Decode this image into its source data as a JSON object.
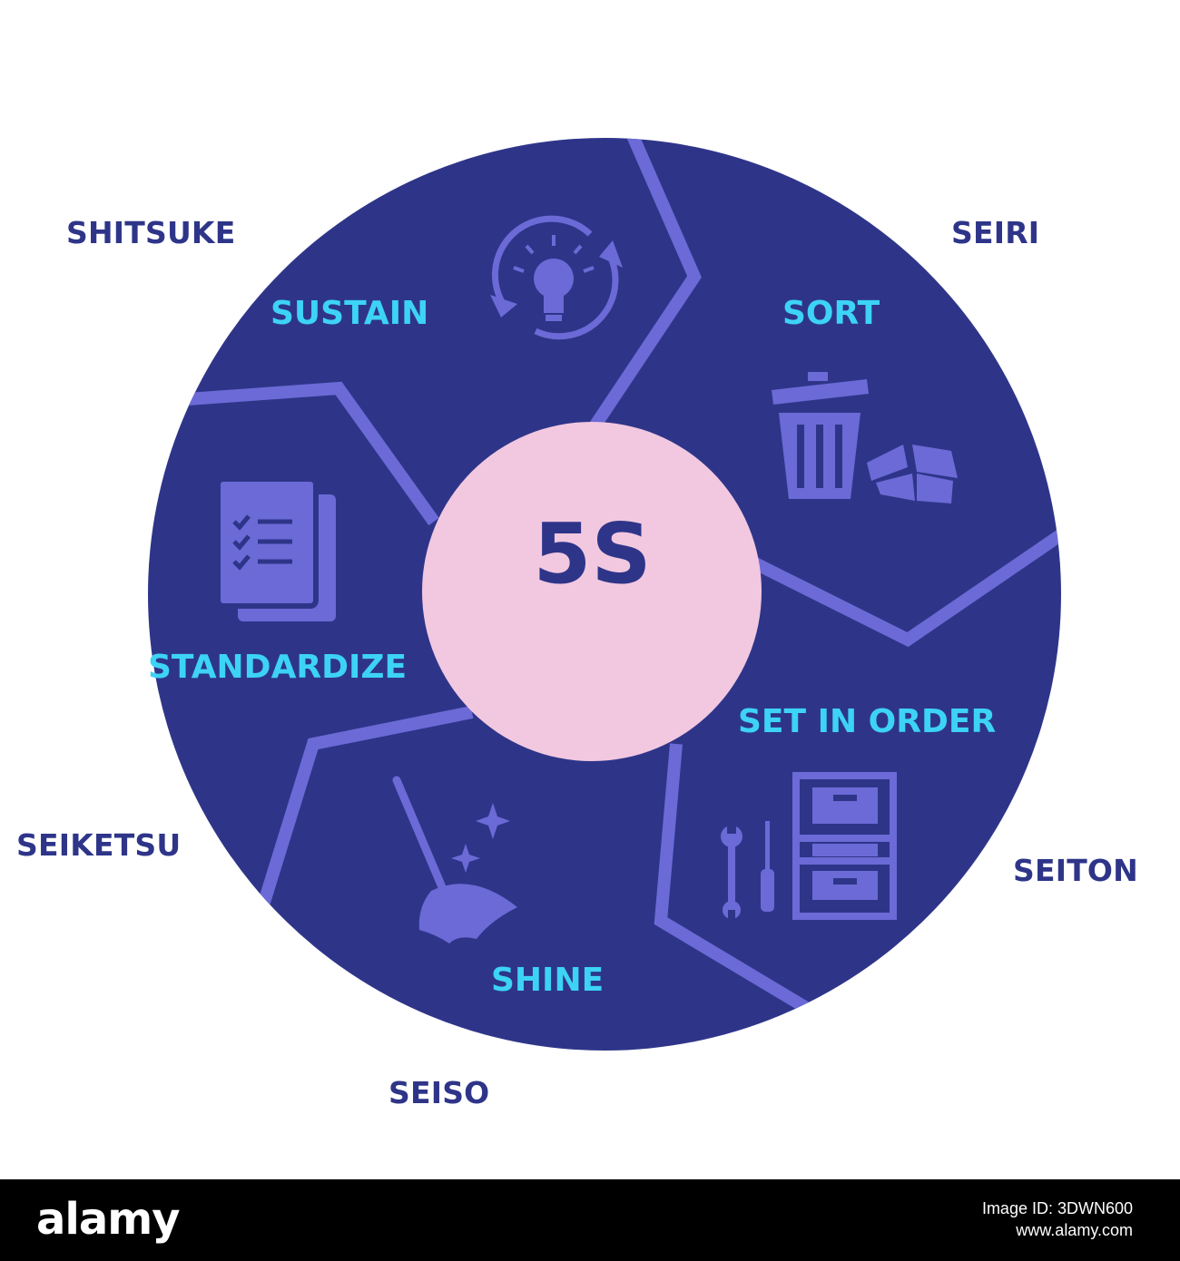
{
  "center": {
    "label": "5S"
  },
  "steps": [
    {
      "japanese": "SEIRI",
      "english": "SORT",
      "icon": "trash-and-box-icon"
    },
    {
      "japanese": "SEITON",
      "english": "SET IN ORDER",
      "icon": "tools-and-cabinet-icon"
    },
    {
      "japanese": "SEISO",
      "english": "SHINE",
      "icon": "broom-icon"
    },
    {
      "japanese": "SEIKETSU",
      "english": "STANDARDIZE",
      "icon": "checklist-document-icon"
    },
    {
      "japanese": "SHITSUKE",
      "english": "SUSTAIN",
      "icon": "lightbulb-cycle-icon"
    }
  ],
  "colors": {
    "circle": "#2e3589",
    "divider": "#6b6ad6",
    "icon": "#6b6ad6",
    "center_fill": "#f2c8e0",
    "center_text": "#2e3589",
    "inner_text": "#3dd3f5",
    "outer_text": "#2e3589"
  },
  "footer": {
    "logo": "alamy",
    "image_id": "Image ID: 3DWN600",
    "site": "www.alamy.com"
  }
}
